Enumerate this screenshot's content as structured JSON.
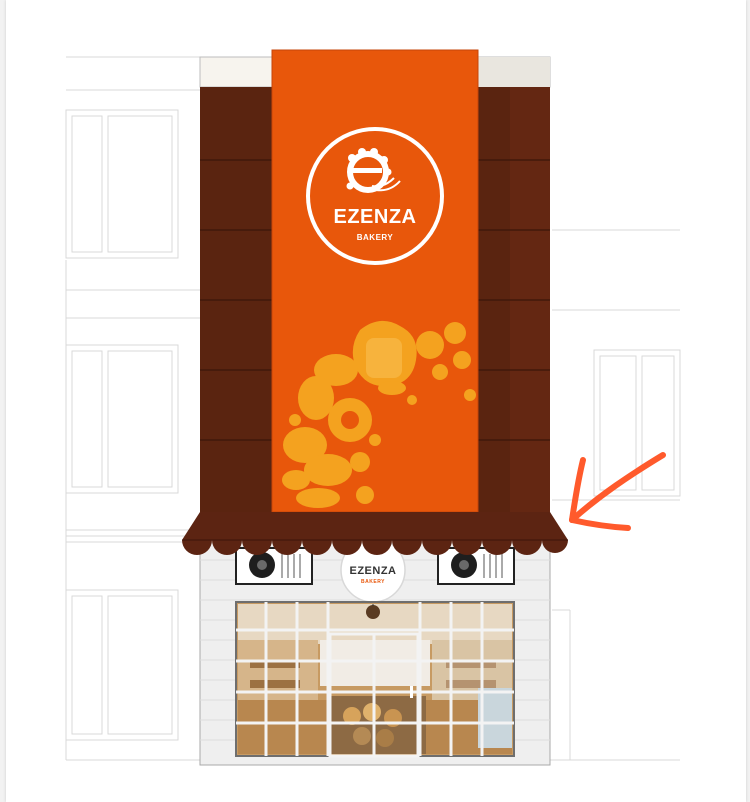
{
  "banner": {
    "brand_name": "EZENZA",
    "brand_tagline": "BAKERY"
  },
  "storefront_sign": {
    "brand_name": "EZENZA",
    "brand_tagline": "BAKERY"
  },
  "colors": {
    "banner_orange": "#e8570b",
    "facade_brown": "#5a2410",
    "awning_brown": "#5c2412",
    "pastry_pattern": "#f4a21f",
    "annotation_arrow": "#ff5a2c",
    "brick_wall": "#efefef"
  },
  "icons": {
    "logo": "bread-e-logo-icon",
    "arrow": "annotation-arrow-icon",
    "fans": "ventilation-fan-icon"
  }
}
